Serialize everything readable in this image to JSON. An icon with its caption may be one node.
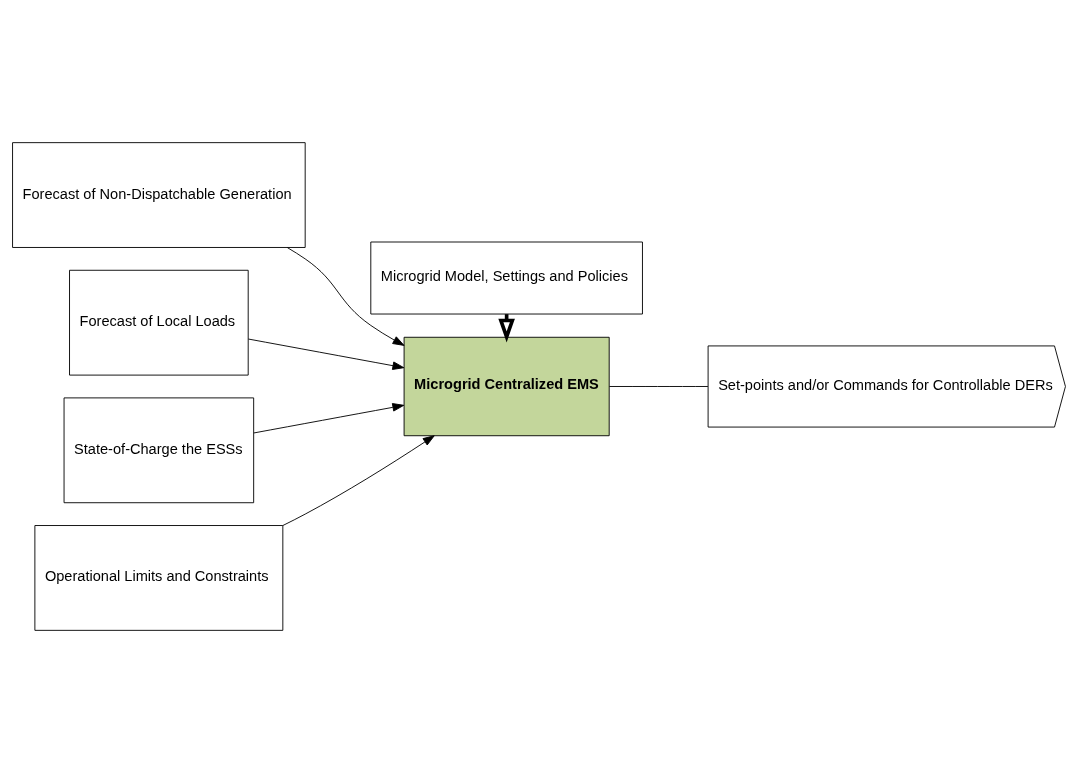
{
  "diagram": {
    "nodes": [
      {
        "text": [
          "Forecast of Non-Dispatchable Generation"
        ]
      },
      {
        "text": [
          "Forecast of Local Loads"
        ]
      },
      {
        "text": [
          "State-of-Charge the ESSs"
        ]
      },
      {
        "text": [
          "Operational Limits and Constraints"
        ]
      },
      {
        "text": [
          "Microgrid Centralized EMS"
        ]
      },
      {
        "text": [
          "Set-points and/or Commands for Controllable DERs"
        ]
      },
      {
        "text": [
          "Microgrid Model, Settings and Policies"
        ]
      }
    ],
    "edges": [
      {
        "from": 0,
        "to": 4,
        "arrow": "to"
      },
      {
        "from": 1,
        "to": 4,
        "arrow": "to"
      },
      {
        "from": 2,
        "to": 4,
        "arrow": "to"
      },
      {
        "from": 3,
        "to": 4,
        "arrow": "to"
      },
      {
        "from": 4,
        "to": 5,
        "arrow": "none"
      },
      {
        "from": 6,
        "to": 4,
        "arrow": "to",
        "style": "thick"
      }
    ]
  }
}
